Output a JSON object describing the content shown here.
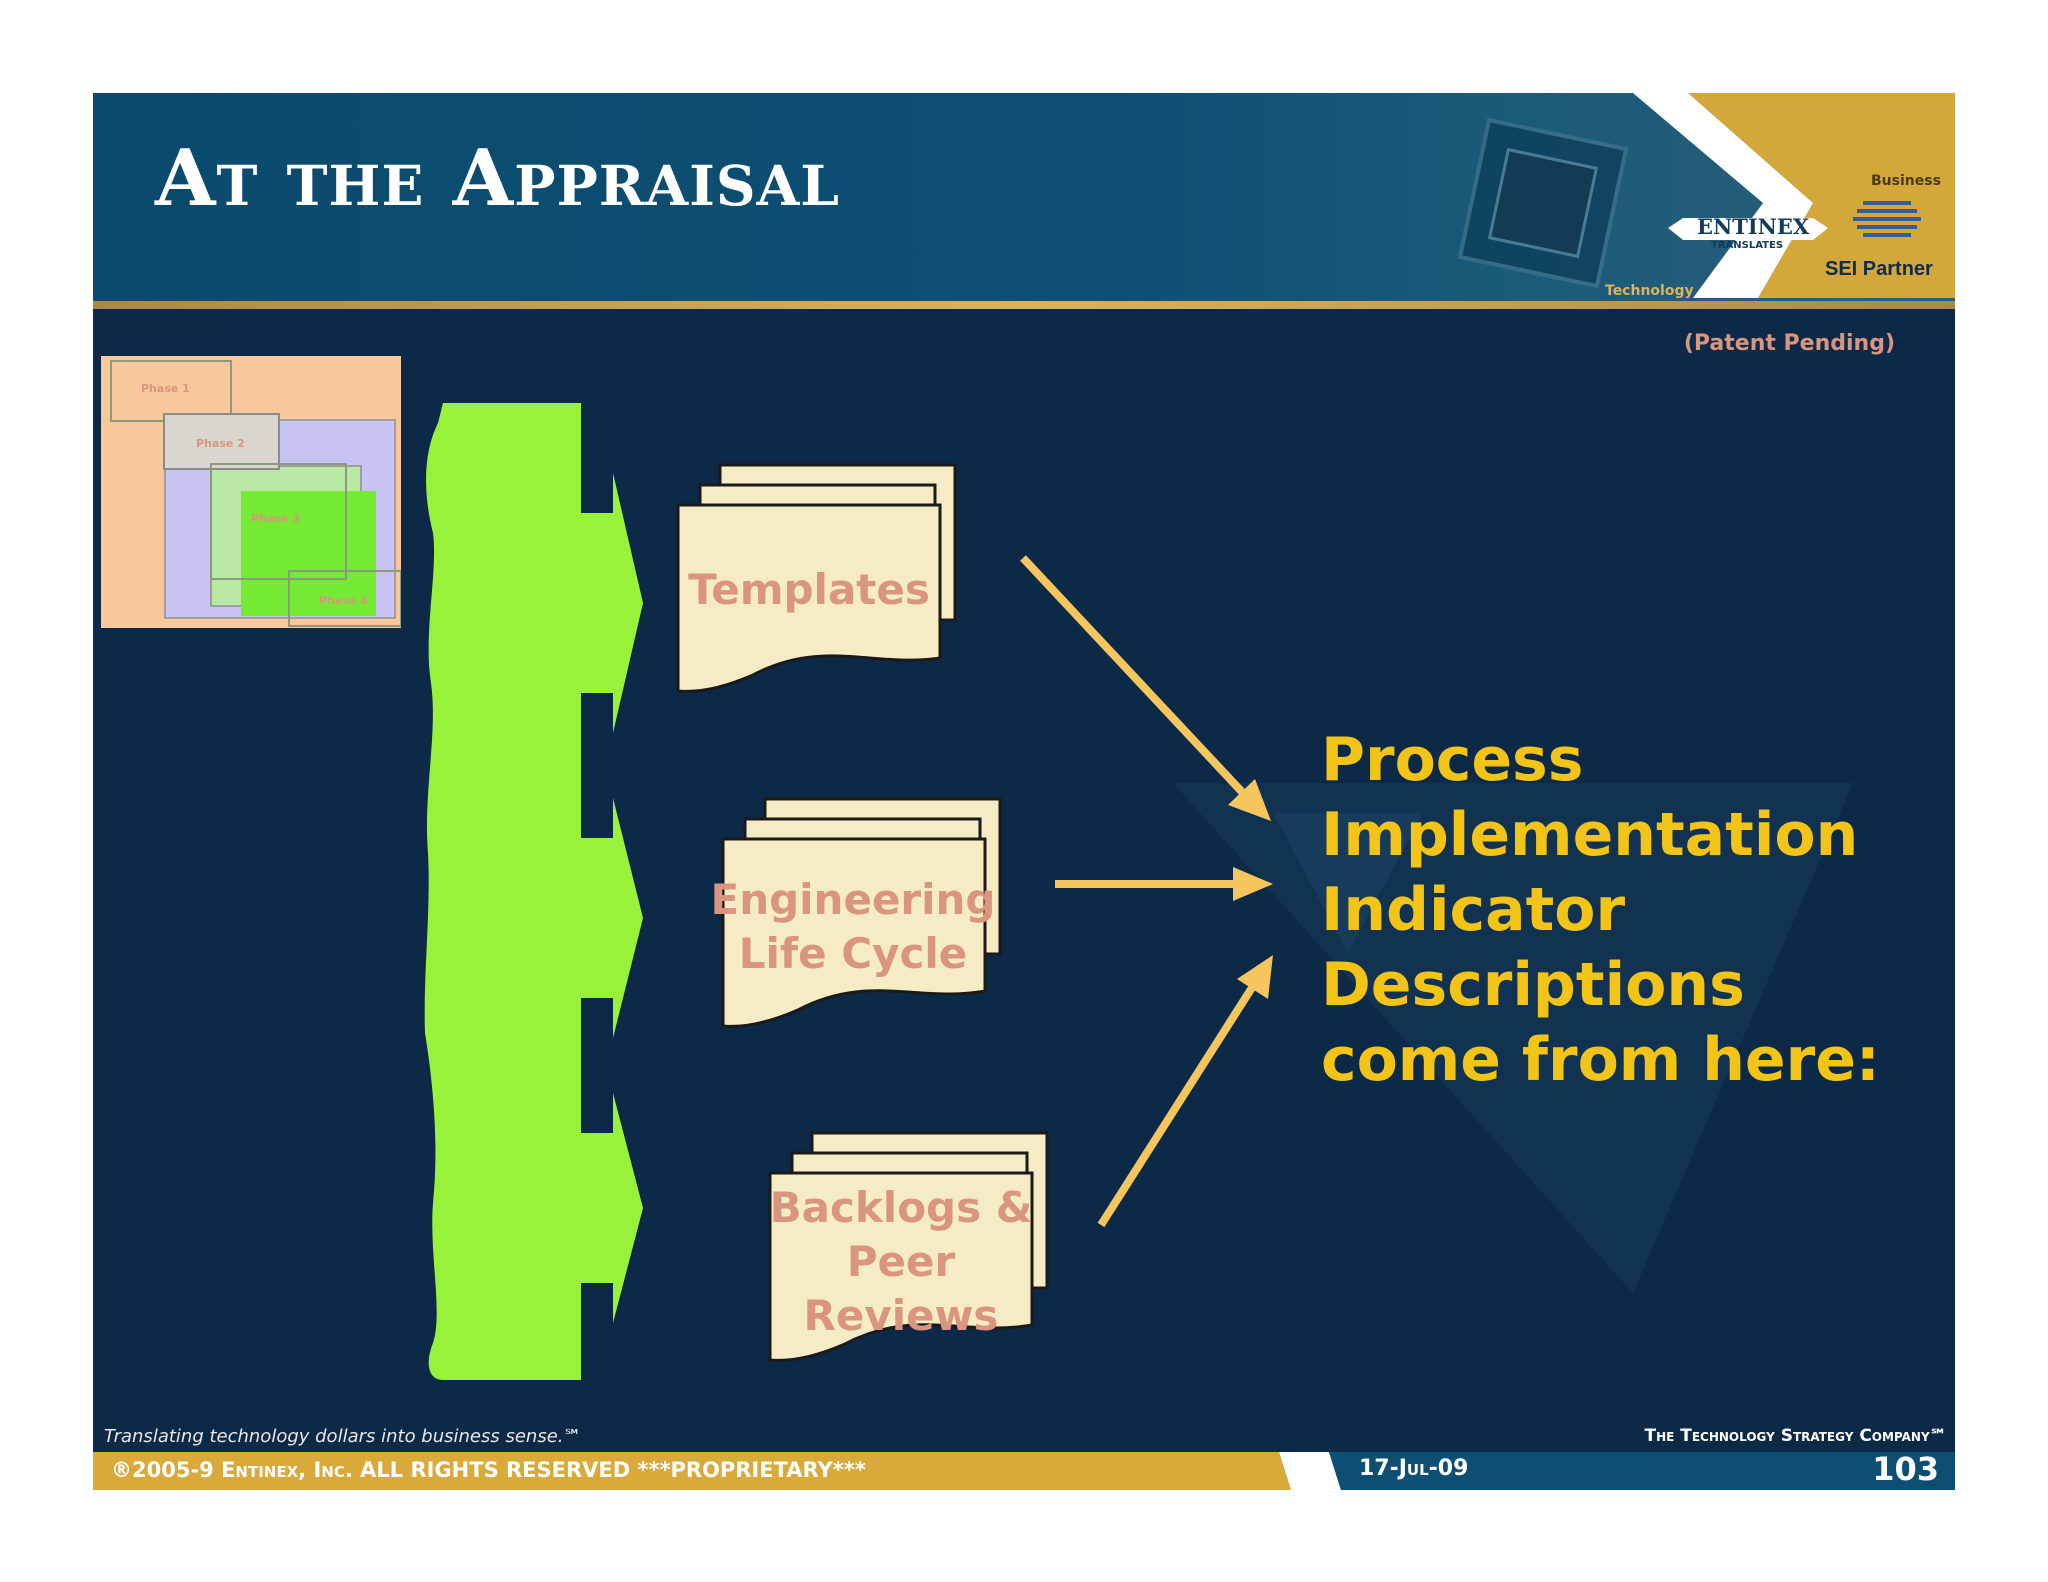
{
  "slide": {
    "title": "At the Appraisal",
    "patent_note": "(Patent Pending)",
    "logo": {
      "business": "Business",
      "brand": "ENTINEX",
      "translates": "TRANSLATES",
      "technology": "Technology",
      "partner": "SEI Partner"
    },
    "thumbnail": {
      "phases": [
        "Phase 1",
        "Phase 2",
        "Phase 3",
        "Phase 4"
      ]
    },
    "documents": [
      {
        "line1": "Templates",
        "line2": "",
        "line3": ""
      },
      {
        "line1": "Engineering",
        "line2": "Life Cycle",
        "line3": ""
      },
      {
        "line1": "Backlogs &",
        "line2": "Peer",
        "line3": "Reviews"
      }
    ],
    "side_text": [
      "Process",
      "Implementation",
      "Indicator",
      "Descriptions",
      "come from here:"
    ],
    "footer": {
      "tagline": "Translating technology dollars into business sense.℠",
      "company": "The Technology Strategy Company℠",
      "copyright": "®2005-9 Entinex, Inc. ALL RIGHTS RESERVED  ***PROPRIETARY***",
      "date": "17-Jul-09",
      "page_number": "103"
    },
    "colors": {
      "background": "#0c2a47",
      "header": "#0d4f73",
      "gold": "#d9a93a",
      "green": "#99f23a",
      "document_fill": "#f5ebc4",
      "document_text": "#d9957e",
      "arrow": "#f5c55e",
      "side_text": "#f2c417"
    }
  }
}
